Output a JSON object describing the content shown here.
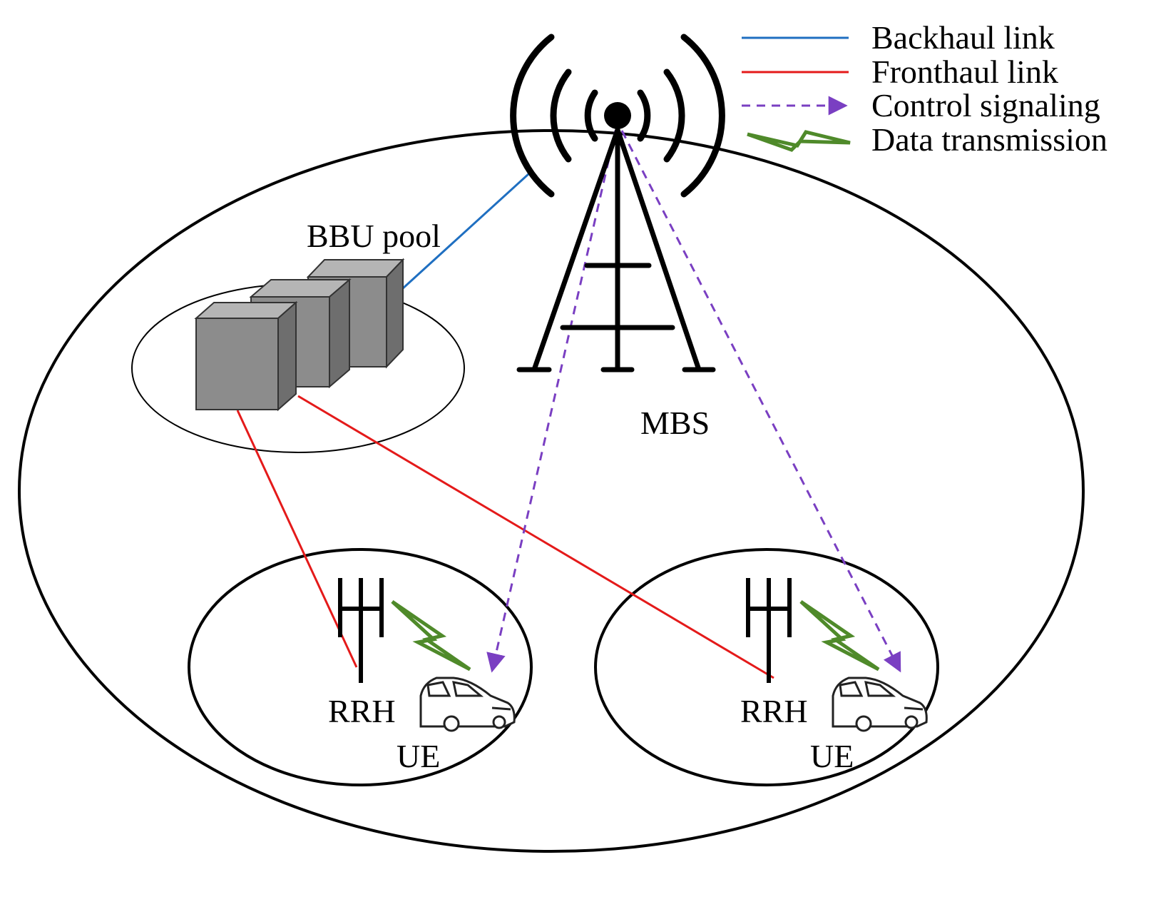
{
  "legend": [
    {
      "label": "Backhaul link",
      "color": "#1f6fc1",
      "style": "solid"
    },
    {
      "label": "Fronthaul link",
      "color": "#e41a1a",
      "style": "solid"
    },
    {
      "label": "Control signaling",
      "color": "#7a3fc2",
      "style": "dashed-arrow"
    },
    {
      "label": "Data transmission",
      "color": "#4f8a2a",
      "style": "lightning"
    }
  ],
  "nodes": {
    "bbu_pool": "BBU pool",
    "mbs": "MBS",
    "rrh_left": "RRH",
    "ue_left": "UE",
    "rrh_right": "RRH",
    "ue_right": "UE"
  },
  "icons": [
    "server-icon",
    "tower-icon",
    "antenna-icon",
    "car-icon",
    "lightning-icon"
  ],
  "colors": {
    "backhaul": "#1f6fc1",
    "fronthaul": "#e41a1a",
    "control": "#7a3fc2",
    "data": "#4f8a2a",
    "server_face": "#8c8c8c",
    "server_side": "#6e6e6e",
    "server_top": "#b5b5b5"
  }
}
